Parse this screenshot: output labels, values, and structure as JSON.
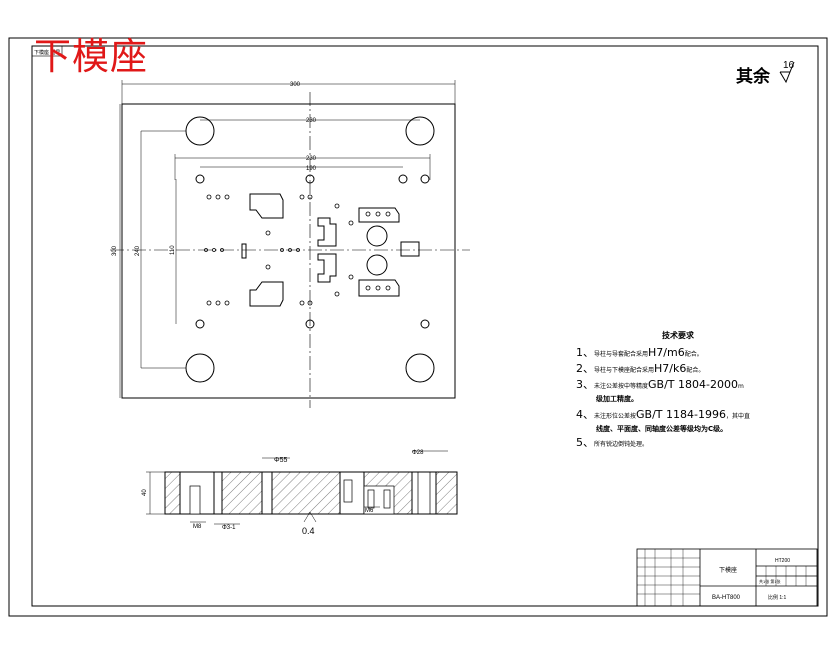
{
  "drawing": {
    "part_label": "下模座",
    "remaining_roughness_label": "其余",
    "roughness_value": "16",
    "surface_roughness_small": "0.4"
  },
  "dimensions": {
    "overall_width": "300",
    "guide_span": "230",
    "hole_span_outer": "230",
    "hole_span_inner": "190",
    "overall_height": "300",
    "guide_span_vertical": "240",
    "center_height": "110",
    "thickness": "40",
    "through_hole": "Φ55",
    "counterbore": "Φ28",
    "thread_left": "M8",
    "thread_left_depth": "Φ3-1",
    "thread_right": "M6"
  },
  "tech_requirements": {
    "title": "技术要求",
    "items": [
      {
        "num": "1、",
        "text": "导柱与导套配合采用",
        "code": "H7/m6",
        "tail": "配合。"
      },
      {
        "num": "2、",
        "text": "导柱与下模座配合采用",
        "code": "H7/k6",
        "tail": "配合。"
      },
      {
        "num": "3、",
        "text": "未注公差按中等精度",
        "code": "GB/T 1804-2000",
        "tail": "m"
      },
      {
        "num": "4、",
        "text": "未注形位公差按",
        "code": "GB/T 1184-1996",
        "tail": "，其中直"
      }
    ],
    "item3_cont": "级加工精度。",
    "item4_cont": "线度、平面度、同轴度公差等级均为C级。",
    "item5": {
      "num": "5、",
      "text": "所有锐边倒钝处理。"
    }
  },
  "title_block": {
    "part_name": "下模座",
    "drawing_no": "BA-HT800",
    "material": "HT200",
    "scale": "比例 1:1",
    "sheet": "共1张 第1张"
  },
  "border": {
    "top_left_tag": "下模座 图号"
  }
}
